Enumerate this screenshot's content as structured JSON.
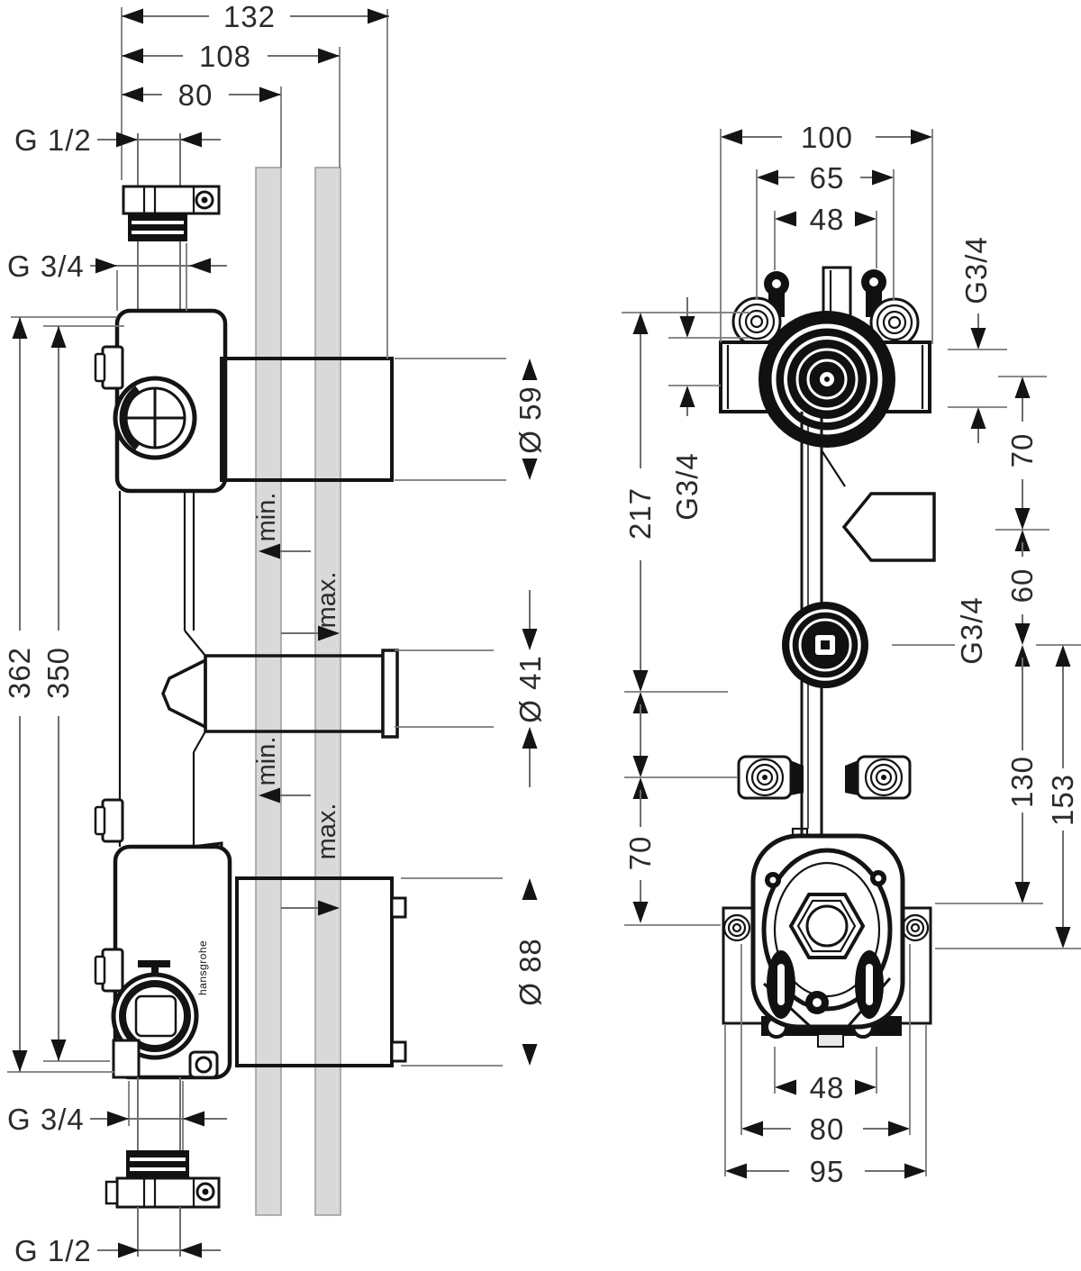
{
  "drawing": {
    "description": "Installation dimension drawing, concealed thermostat basic set, front and side views",
    "colors": {
      "background": "#ffffff",
      "outline": "#141414",
      "dimension_line": "#6e6e6e",
      "text": "#2b2b2b",
      "wall_bar": "#d9d9d9"
    },
    "left_view": {
      "dim_width_outer": "132",
      "dim_width_mid": "108",
      "dim_width_inner": "80",
      "thread_top_small": "G 1/2",
      "thread_top_large": "G 3/4",
      "dim_height_outer": "362",
      "dim_height_inner": "350",
      "dia_top": "Ø 59",
      "dia_middle": "Ø 41",
      "dia_bottom": "Ø 88",
      "depth_min_upper": "min.",
      "depth_max_upper": "max.",
      "depth_min_lower": "min.",
      "depth_max_lower": "max.",
      "thread_bottom_large": "G 3/4",
      "thread_bottom_small": "G 1/2",
      "logo": "hansgrohe"
    },
    "right_view": {
      "dim_width_outer": "100",
      "dim_width_mid": "65",
      "dim_width_inner": "48",
      "thread_top_right": "G3/4",
      "thread_top_left": "G3/4",
      "thread_mid_right": "G3/4",
      "dim_port_spacing_upper": "70",
      "dim_port_spacing_lower": "60",
      "dim_height_left": "217",
      "dim_lug_spacing": "70",
      "dim_valve_to_lug": "130",
      "dim_valve_to_base": "153",
      "dim_bottom_inner": "48",
      "dim_bottom_mid": "80",
      "dim_bottom_outer": "95"
    }
  }
}
